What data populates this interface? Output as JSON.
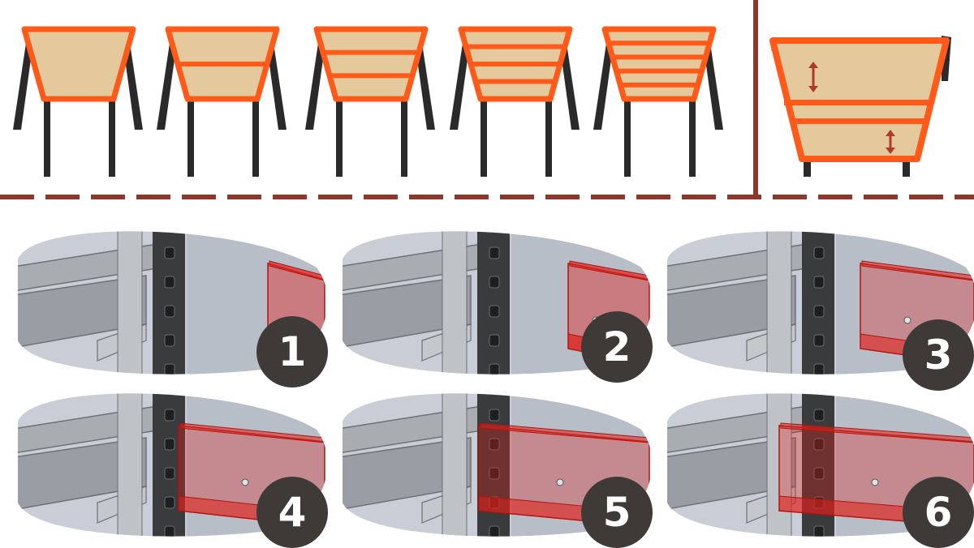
{
  "figure": {
    "shelf_variants": [
      {
        "beam_count": 0
      },
      {
        "beam_count": 1
      },
      {
        "beam_count": 2
      },
      {
        "beam_count": 3
      },
      {
        "beam_count": 4
      }
    ],
    "adjustable_shelf": {
      "beam_count": 2
    },
    "steps": [
      {
        "number": "1"
      },
      {
        "number": "2"
      },
      {
        "number": "3"
      },
      {
        "number": "4"
      },
      {
        "number": "5"
      },
      {
        "number": "6"
      }
    ]
  },
  "colors": {
    "frame_orange": "#ff5a1a",
    "board": "#e3c99c",
    "upright_dark": "#2a2a2a",
    "divider": "#8b3a2a",
    "arrow": "#b03a2a",
    "badge_bg": "#3e3a38",
    "beam_red_translucent": "#e0201a",
    "bg_grey": "#c9ced6"
  }
}
